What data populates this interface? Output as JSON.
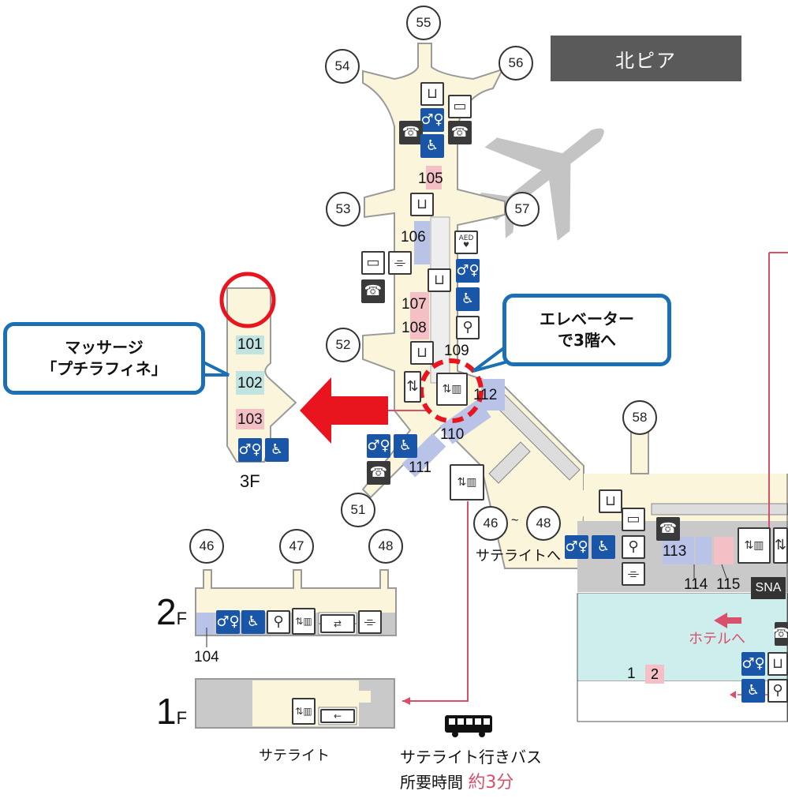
{
  "pier_label": "北ピア",
  "gates": [
    "55",
    "54",
    "56",
    "53",
    "57",
    "52",
    "51",
    "58",
    "46",
    "47",
    "48"
  ],
  "satellite_gate_range": {
    "from": "46",
    "tilde": "~",
    "to": "48"
  },
  "shops_3f_main": [
    "105",
    "106",
    "107",
    "108",
    "109",
    "110",
    "111",
    "112"
  ],
  "shops_3f_side": [
    "101",
    "102",
    "103"
  ],
  "shops_right": [
    "113",
    "114",
    "115"
  ],
  "sna_label": "SNA",
  "shop_104": "104",
  "shops_1f_right": [
    "1",
    "2"
  ],
  "callout_massage": {
    "line1": "マッサージ",
    "line2": "「プチラフィネ」"
  },
  "callout_elevator": {
    "line1": "エレベーター",
    "line2": "で3階へ"
  },
  "floor_3f": "3F",
  "floor_2f": {
    "num": "2",
    "unit": "F"
  },
  "floor_1f": {
    "num": "1",
    "unit": "F"
  },
  "to_satellite": "サテライトへ",
  "to_hotel": "ホテルへ",
  "satellite_label": "サテライト",
  "bus_label": "サテライト行きバス",
  "bus_time_label": "所要時間",
  "bus_time_value": "約3分",
  "aed_label": "AED",
  "colors": {
    "floor": "#fbf5dc",
    "wall": "#9a9a9a",
    "gray": "#c9c9c9",
    "shop_pink": "#f4c0c6",
    "shop_teal": "#bfe4e1",
    "shop_blue": "#b9c3e8",
    "icon_blue": "#1a56a8",
    "callout_border": "#1b6fb5",
    "highlight_red": "#e8141e",
    "route_pink": "#d8506a",
    "label_dark": "#5a5a5a",
    "land_teal": "#cdeeed"
  },
  "icons": [
    "luggage-cart-icon",
    "restroom-icon",
    "wheelchair-restroom-icon",
    "phone-icon",
    "pc-icon",
    "smoking-icon",
    "elevator-icon",
    "escalator-icon",
    "baby-care-icon",
    "aed-icon",
    "moving-walkway-icon",
    "bus-icon",
    "airplane-icon"
  ]
}
